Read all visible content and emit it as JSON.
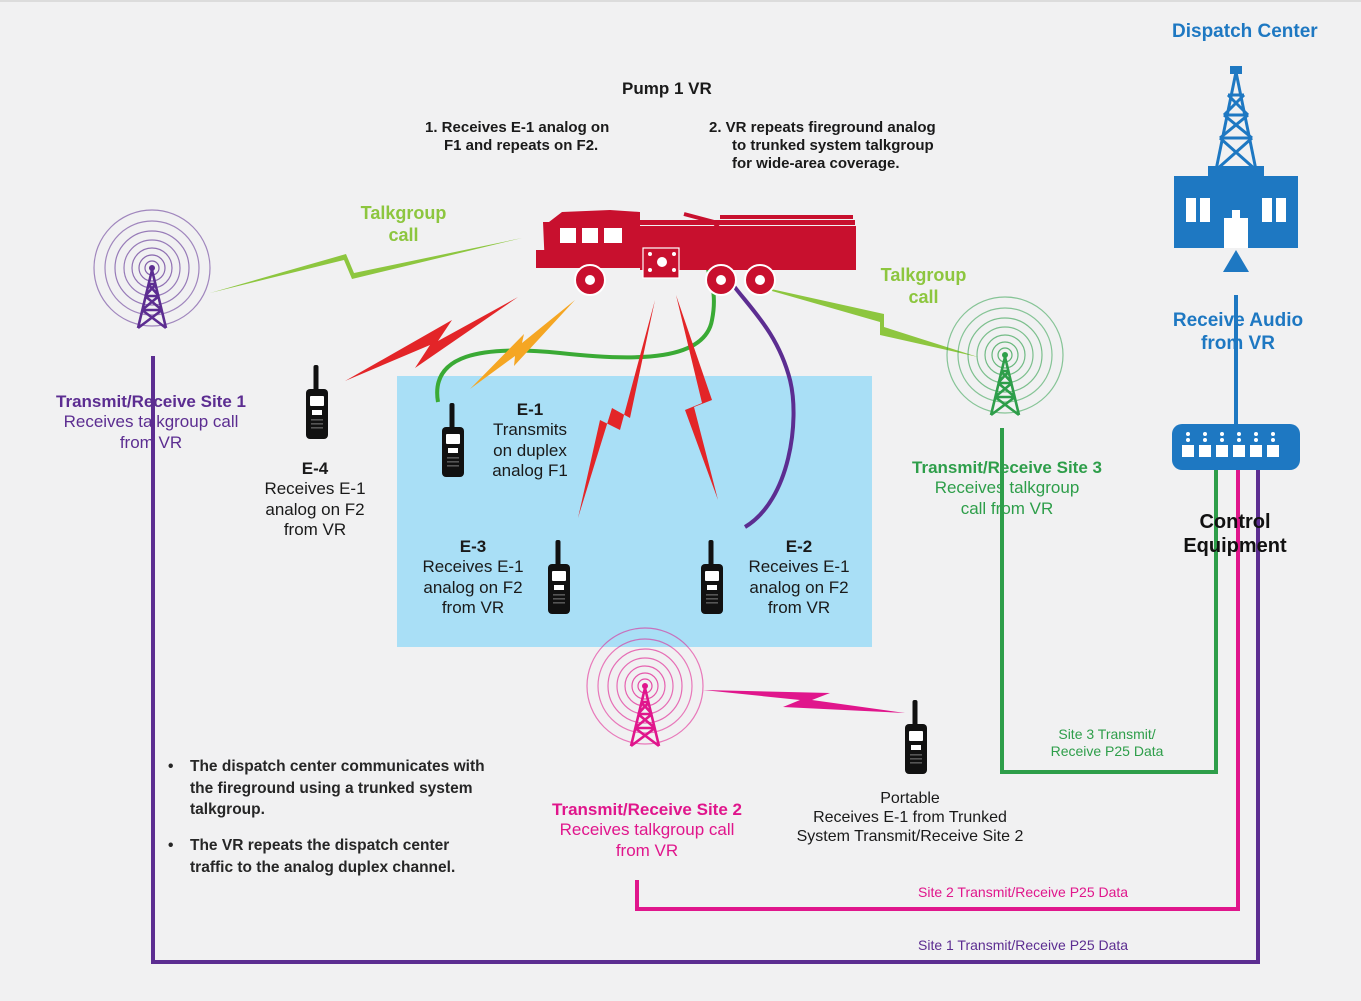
{
  "colors": {
    "purple": "#5c2d91",
    "green": "#2e9e4a",
    "magenta": "#e0168c",
    "blue": "#1e78c2",
    "lime": "#8dc63f",
    "red": "#e32528",
    "orange": "#f5a623",
    "truck": "#c8102e",
    "box": "#a9dff6"
  },
  "icons": {
    "truck": "fire-truck-icon",
    "tower": "radio-tower-icon",
    "radio": "portable-radio-icon",
    "building": "dispatch-building-icon",
    "control": "control-equipment-icon"
  },
  "dispatch_center": "Dispatch Center",
  "receive_audio": [
    "Receive Audio",
    "from VR"
  ],
  "control_equipment": [
    "Control",
    "Equipment"
  ],
  "pump": {
    "title": "Pump 1 VR",
    "note1": [
      "1. Receives E-1 analog on",
      "F1 and repeats on F2."
    ],
    "note2": [
      "2. VR repeats fireground analog",
      "to trunked system talkgroup",
      "for wide-area coverage."
    ]
  },
  "talkgroup_left": [
    "Talkgroup",
    "call"
  ],
  "talkgroup_right": [
    "Talkgroup",
    "call"
  ],
  "site1": {
    "title": "Transmit/Receive Site 1",
    "desc": [
      "Receives talkgroup call",
      "from VR"
    ]
  },
  "site2": {
    "title": "Transmit/Receive Site 2",
    "desc": [
      "Receives talkgroup call",
      "from VR"
    ]
  },
  "site3": {
    "title": "Transmit/Receive Site 3",
    "desc": [
      "Receives talkgroup",
      "call from VR"
    ]
  },
  "e4": {
    "title": "E-4",
    "desc": [
      "Receives E-1",
      "analog on F2",
      "from VR"
    ]
  },
  "e1": {
    "title": "E-1",
    "desc": [
      "Transmits",
      "on duplex",
      "analog F1"
    ]
  },
  "e3": {
    "title": "E-3",
    "desc": [
      "Receives E-1",
      "analog on F2",
      "from VR"
    ]
  },
  "e2": {
    "title": "E-2",
    "desc": [
      "Receives E-1",
      "analog on F2",
      "from VR"
    ]
  },
  "portable": {
    "title": "Portable",
    "desc": [
      "Receives E-1 from Trunked",
      "System Transmit/Receive Site 2"
    ]
  },
  "data_links": {
    "site3": [
      "Site 3 Transmit/",
      "Receive P25 Data"
    ],
    "site2": "Site 2 Transmit/Receive P25 Data",
    "site1": "Site 1 Transmit/Receive P25 Data"
  },
  "notes": [
    "The dispatch center communicates with the fireground using a trunked system talkgroup.",
    "The VR repeats the dispatch center traffic to the analog duplex channel."
  ]
}
